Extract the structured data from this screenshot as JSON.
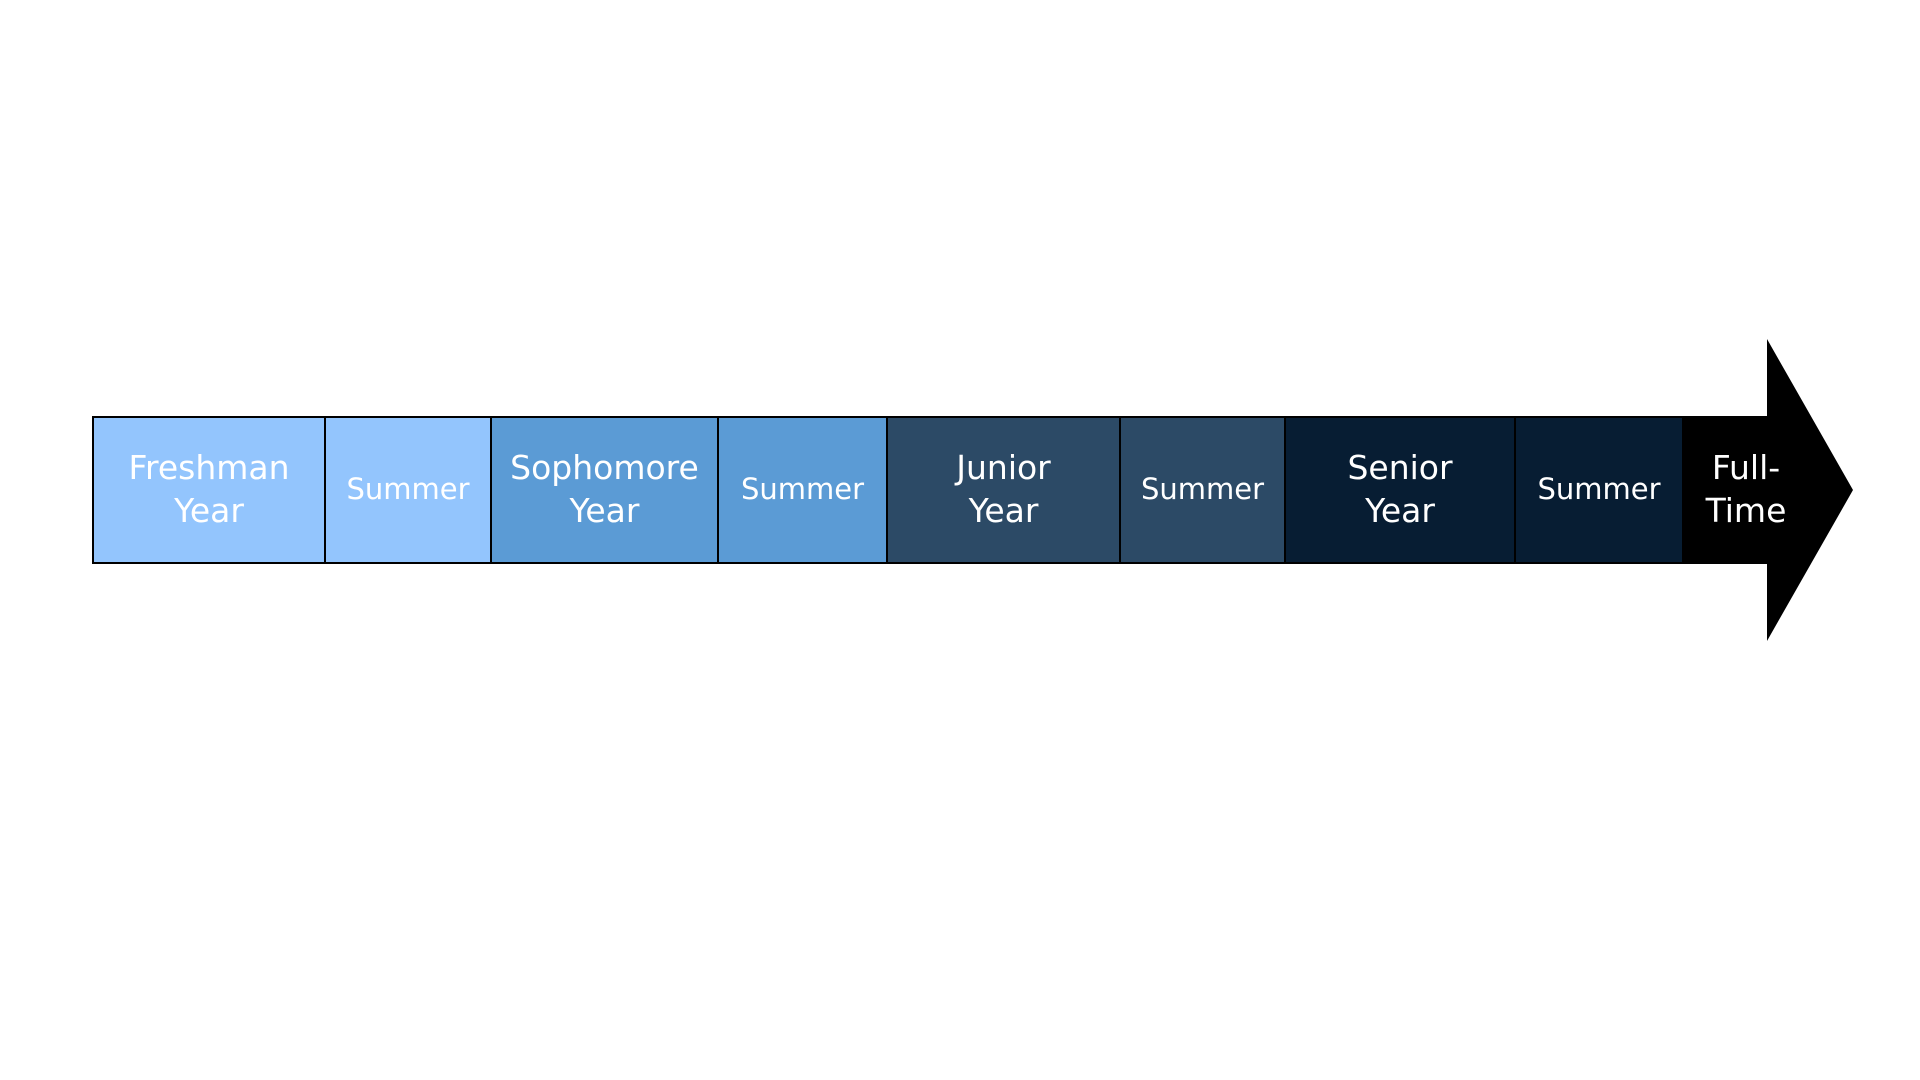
{
  "timeline": {
    "segments": [
      {
        "label": "Freshman\nYear",
        "kind": "year",
        "color": "#93C5FD"
      },
      {
        "label": "Summer",
        "kind": "summer",
        "color": "#93C5FD"
      },
      {
        "label": "Sophomore\nYear",
        "kind": "year",
        "color": "#5B9BD5"
      },
      {
        "label": "Summer",
        "kind": "summer",
        "color": "#5B9BD5"
      },
      {
        "label": "Junior\nYear",
        "kind": "year",
        "color": "#2C4A66"
      },
      {
        "label": "Summer",
        "kind": "summer",
        "color": "#2C4A66"
      },
      {
        "label": "Senior\nYear",
        "kind": "year",
        "color": "#071D33"
      },
      {
        "label": "Summer",
        "kind": "summer",
        "color": "#071D33"
      }
    ],
    "arrow": {
      "label": "Full-\nTime",
      "color": "#000000"
    }
  }
}
